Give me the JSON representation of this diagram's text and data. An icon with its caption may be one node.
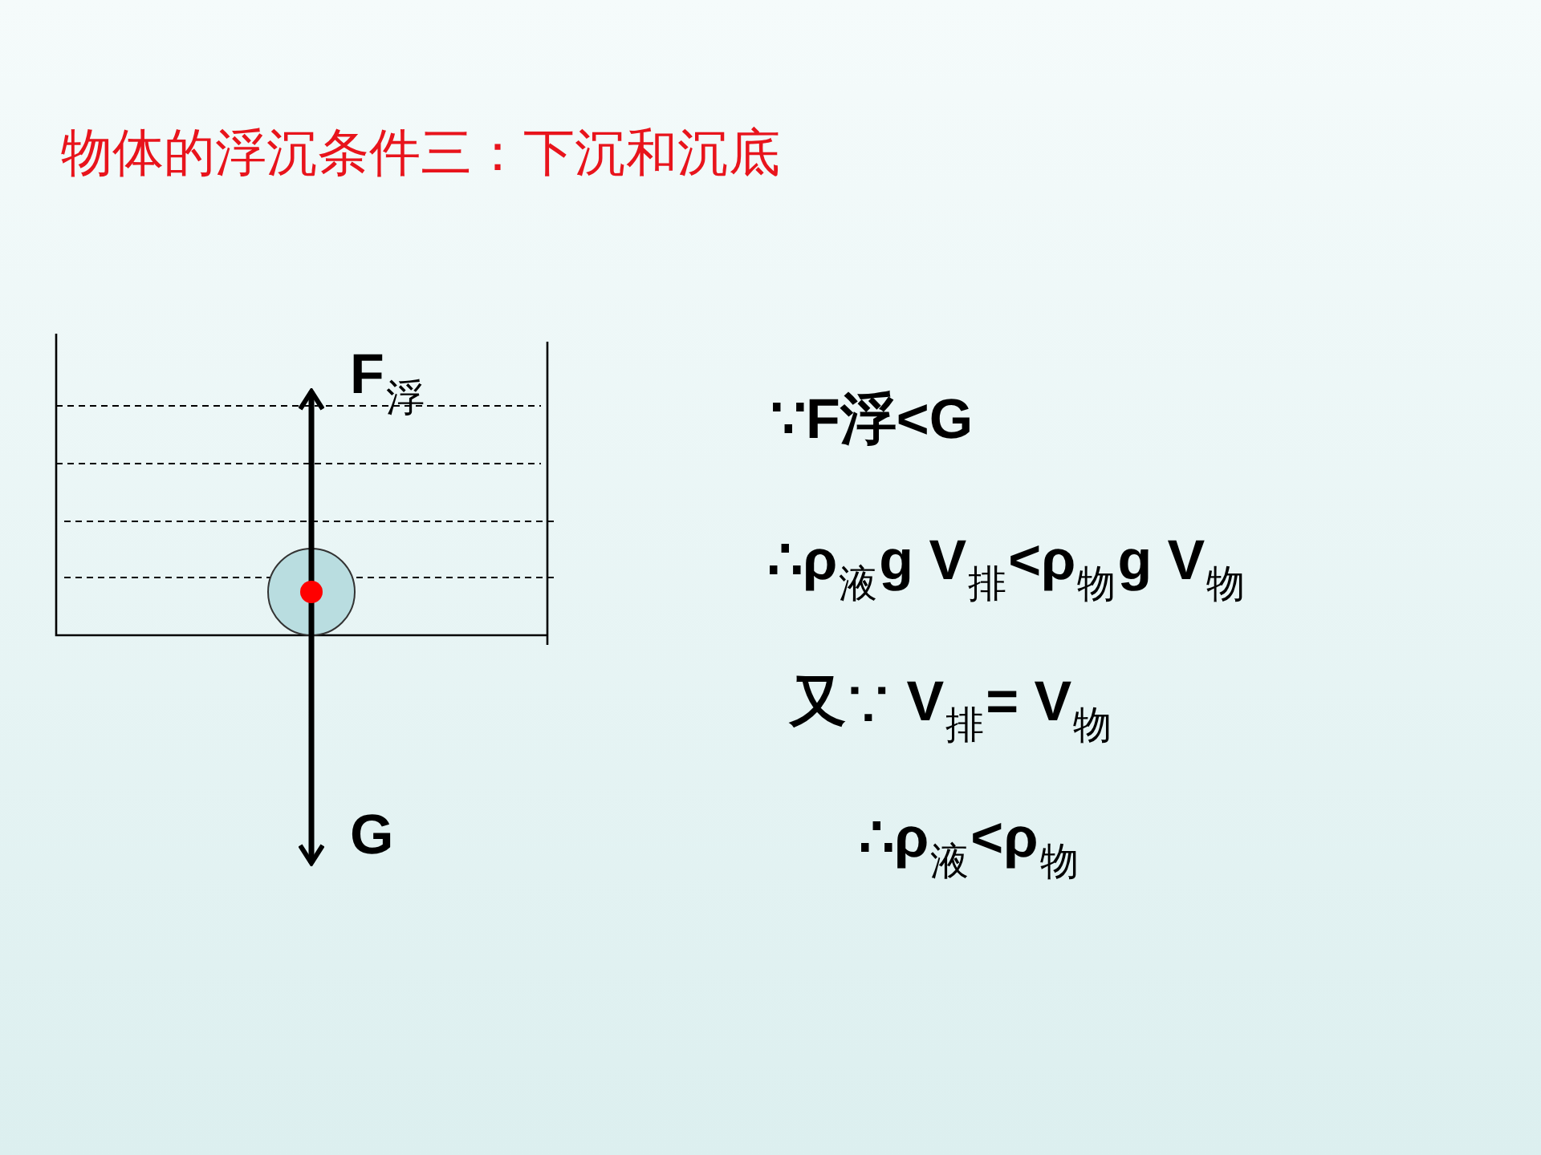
{
  "diagram": {
    "title": "物体的浮沉条件三：下沉和沉底",
    "labels": [
      "F$_{浮}$",
      "G",
      "∵F浮<G",
      "∴ρ$_{液}$g V$_{排}$<ρ$_{物}$g V$_{物}$",
      "又∵  V$_{排}$= V$_{物}$",
      "∴ρ$_{液}$<ρ$_{物}$"
    ]
  }
}
